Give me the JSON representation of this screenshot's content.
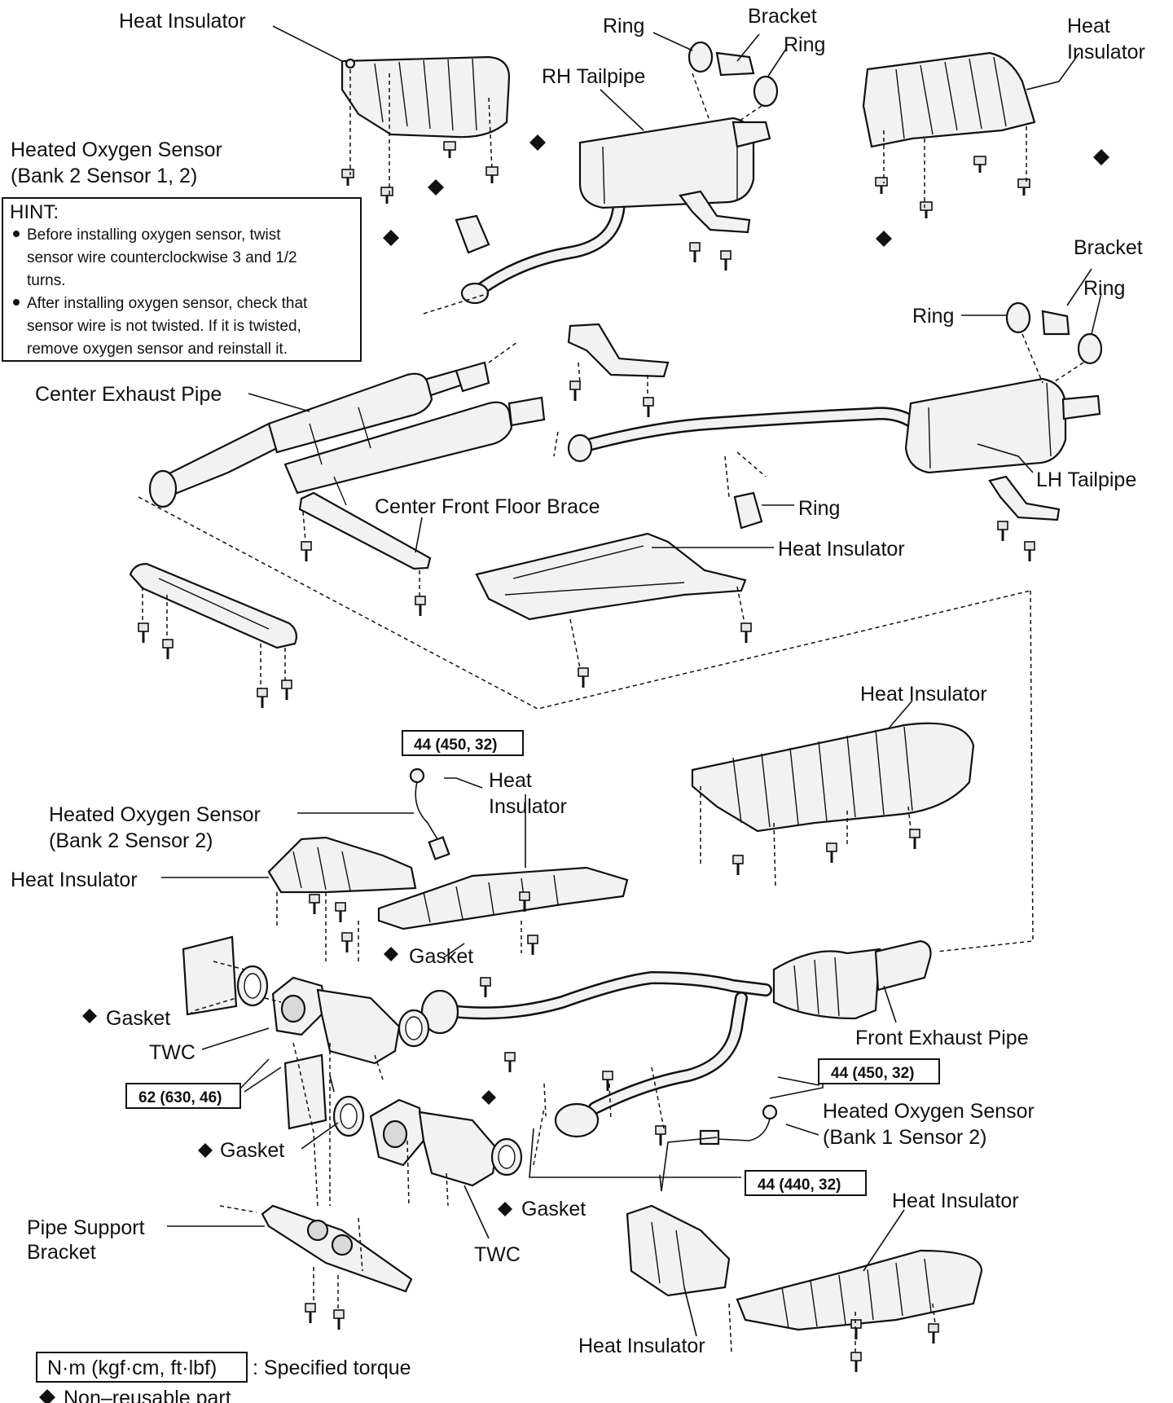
{
  "labels": {
    "heat_insulator_top_left": "Heat Insulator",
    "ring_top_1": "Ring",
    "bracket_top": "Bracket",
    "ring_top_2": "Ring",
    "heat_insulator_top_right_line1": "Heat",
    "heat_insulator_top_right_line2": "Insulator",
    "rh_tailpipe": "RH Tailpipe",
    "heated_o2_bank2_s12_line1": "Heated Oxygen Sensor",
    "heated_o2_bank2_s12_line2": "(Bank 2 Sensor 1, 2)",
    "bracket_right": "Bracket",
    "ring_right_1": "Ring",
    "ring_right_2": "Ring",
    "center_exhaust_pipe": "Center Exhaust Pipe",
    "lh_tailpipe": "LH Tailpipe",
    "center_front_floor_brace": "Center Front Floor Brace",
    "ring_lower_hanger": "Ring",
    "heat_insulator_mid": "Heat Insulator",
    "heat_insulator_right_mid": "Heat Insulator",
    "heat_insulator_center_line1": "Heat",
    "heat_insulator_center_line2": "Insulator",
    "heated_o2_bank2_s2_line1": "Heated Oxygen Sensor",
    "heated_o2_bank2_s2_line2": "(Bank 2 Sensor 2)",
    "heat_insulator_left": "Heat Insulator",
    "gasket_center": "Gasket",
    "gasket_left": "Gasket",
    "twc_upper": "TWC",
    "front_exhaust_pipe": "Front Exhaust Pipe",
    "gasket_lower_left": "Gasket",
    "gasket_lower_right": "Gasket",
    "heated_o2_bank1_s2_line1": "Heated Oxygen Sensor",
    "heated_o2_bank1_s2_line2": "(Bank 1 Sensor 2)",
    "pipe_support_bracket_line1": "Pipe Support",
    "pipe_support_bracket_line2": "Bracket",
    "twc_lower": "TWC",
    "heat_insulator_bottom_right": "Heat Insulator",
    "heat_insulator_bottom_center": "Heat Insulator"
  },
  "hint": {
    "title": "HINT:",
    "line1": "Before installing oxygen sensor, twist",
    "line2": "sensor wire counterclockwise 3 and 1/2",
    "line3": "turns.",
    "line4": "After installing oxygen sensor, check that",
    "line5": "sensor wire is not twisted. If it is twisted,",
    "line6": "remove oxygen sensor and reinstall it."
  },
  "torques": {
    "bank2_sensor2": "44 (450, 32)",
    "bank1_sensor2": "44 (450, 32)",
    "front_pipe_flange": "44 (440, 32)",
    "twc_manifold": "62 (630, 46)"
  },
  "legend": {
    "torque_unit": "N·m (kgf·cm, ft·lbf)",
    "torque_desc": ": Specified torque",
    "nonreusable": "Non–reusable part"
  }
}
